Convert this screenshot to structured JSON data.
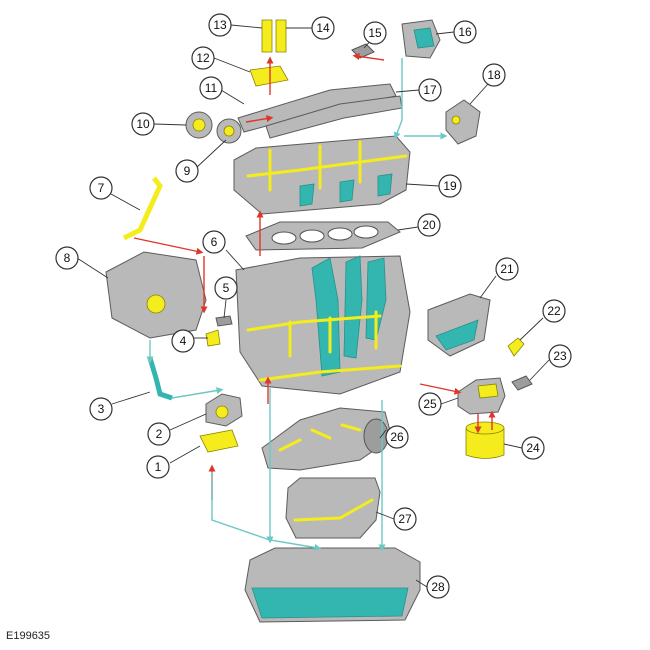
{
  "figure_ref": "E199635",
  "callouts": [
    "1",
    "2",
    "3",
    "4",
    "5",
    "6",
    "7",
    "8",
    "9",
    "10",
    "11",
    "12",
    "13",
    "14",
    "15",
    "16",
    "17",
    "18",
    "19",
    "20",
    "21",
    "22",
    "23",
    "24",
    "25",
    "26",
    "27",
    "28"
  ],
  "colors": {
    "pressure_oil": "#f4ec1c",
    "return_oil": "#34b6b0",
    "pressure_flow_arrow": "#e0362a",
    "return_flow_arrow": "#6cc8c4",
    "component": "#b9b9b9"
  }
}
